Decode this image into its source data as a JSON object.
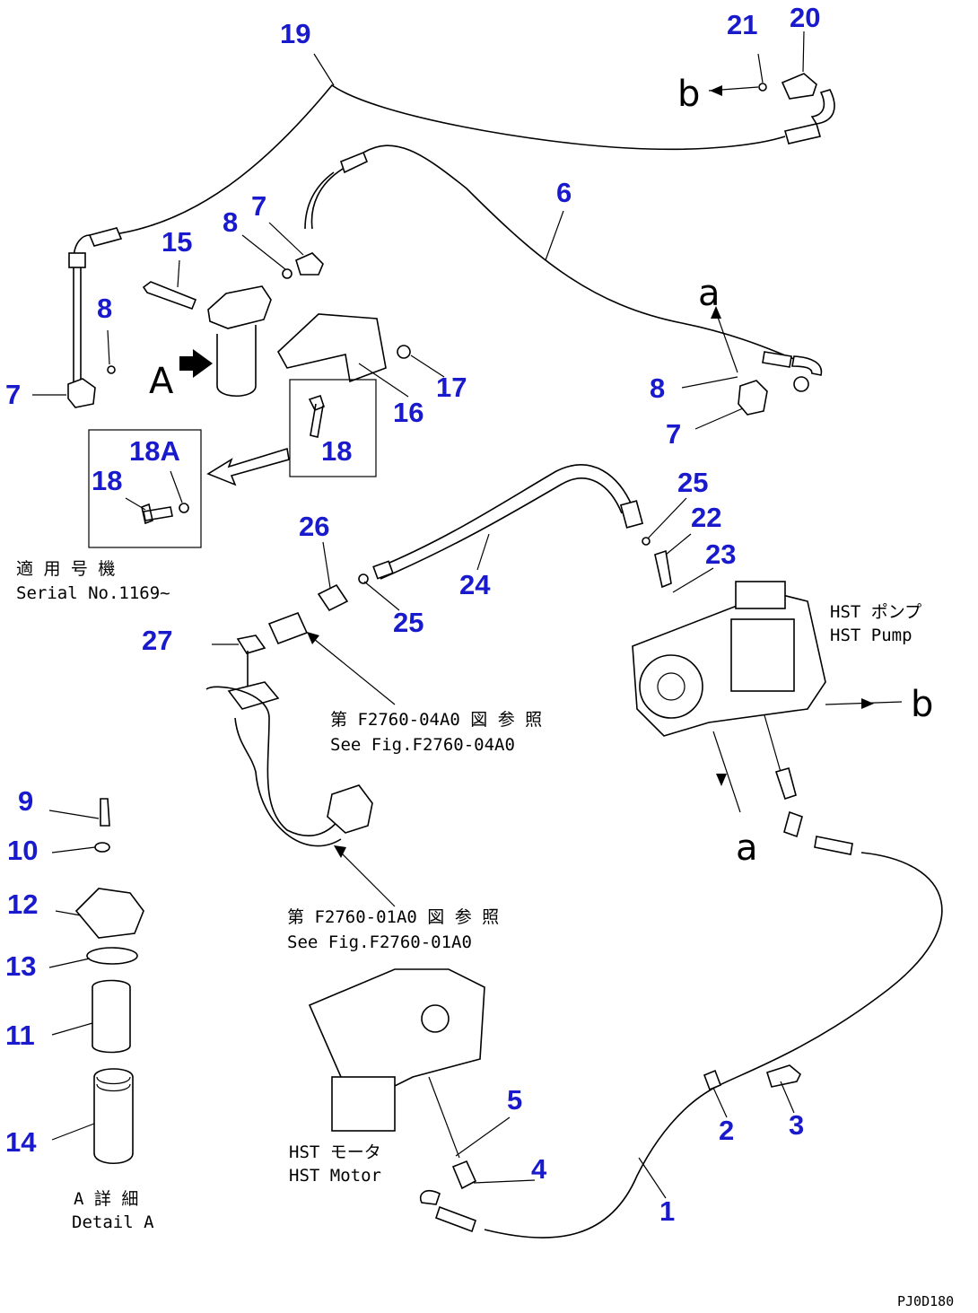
{
  "callouts": [
    {
      "id": "c19",
      "text": "19"
    },
    {
      "id": "c21",
      "text": "21"
    },
    {
      "id": "c20",
      "text": "20"
    },
    {
      "id": "c6",
      "text": "6"
    },
    {
      "id": "c8a",
      "text": "8"
    },
    {
      "id": "c7a",
      "text": "7"
    },
    {
      "id": "c15",
      "text": "15"
    },
    {
      "id": "c8b",
      "text": "8"
    },
    {
      "id": "c7b",
      "text": "7"
    },
    {
      "id": "c17",
      "text": "17"
    },
    {
      "id": "c16",
      "text": "16"
    },
    {
      "id": "c8c",
      "text": "8"
    },
    {
      "id": "c7c",
      "text": "7"
    },
    {
      "id": "c18a",
      "text": "18A"
    },
    {
      "id": "c18b",
      "text": "18"
    },
    {
      "id": "c18c",
      "text": "18"
    },
    {
      "id": "c25a",
      "text": "25"
    },
    {
      "id": "c22",
      "text": "22"
    },
    {
      "id": "c23",
      "text": "23"
    },
    {
      "id": "c26",
      "text": "26"
    },
    {
      "id": "c24",
      "text": "24"
    },
    {
      "id": "c25b",
      "text": "25"
    },
    {
      "id": "c27",
      "text": "27"
    },
    {
      "id": "c9",
      "text": "9"
    },
    {
      "id": "c10",
      "text": "10"
    },
    {
      "id": "c12",
      "text": "12"
    },
    {
      "id": "c13",
      "text": "13"
    },
    {
      "id": "c11",
      "text": "11"
    },
    {
      "id": "c14",
      "text": "14"
    },
    {
      "id": "c5",
      "text": "5"
    },
    {
      "id": "c4",
      "text": "4"
    },
    {
      "id": "c2",
      "text": "2"
    },
    {
      "id": "c3",
      "text": "3"
    },
    {
      "id": "c1",
      "text": "1"
    }
  ],
  "labels": {
    "a_top": "a",
    "a_bottom": "a",
    "b_top": "b",
    "b_right": "b",
    "view_A": "A",
    "serial_jp": "適 用 号 機",
    "serial_en": "Serial No.1169~",
    "fig_ref1_jp": "第 F2760-04A0 図 参 照",
    "fig_ref1_en": "See Fig.F2760-04A0",
    "fig_ref2_jp": "第 F2760-01A0 図 参 照",
    "fig_ref2_en": "See Fig.F2760-01A0",
    "pump_jp": "HST ポンプ",
    "pump_en": "HST Pump",
    "motor_jp": "HST モータ",
    "motor_en": "HST Motor",
    "detail_jp": "A 詳 細",
    "detail_en": "Detail A",
    "code": "PJ0D180"
  },
  "colors": {
    "callout": "#1a1acd",
    "line": "#000000",
    "background": "#ffffff"
  }
}
